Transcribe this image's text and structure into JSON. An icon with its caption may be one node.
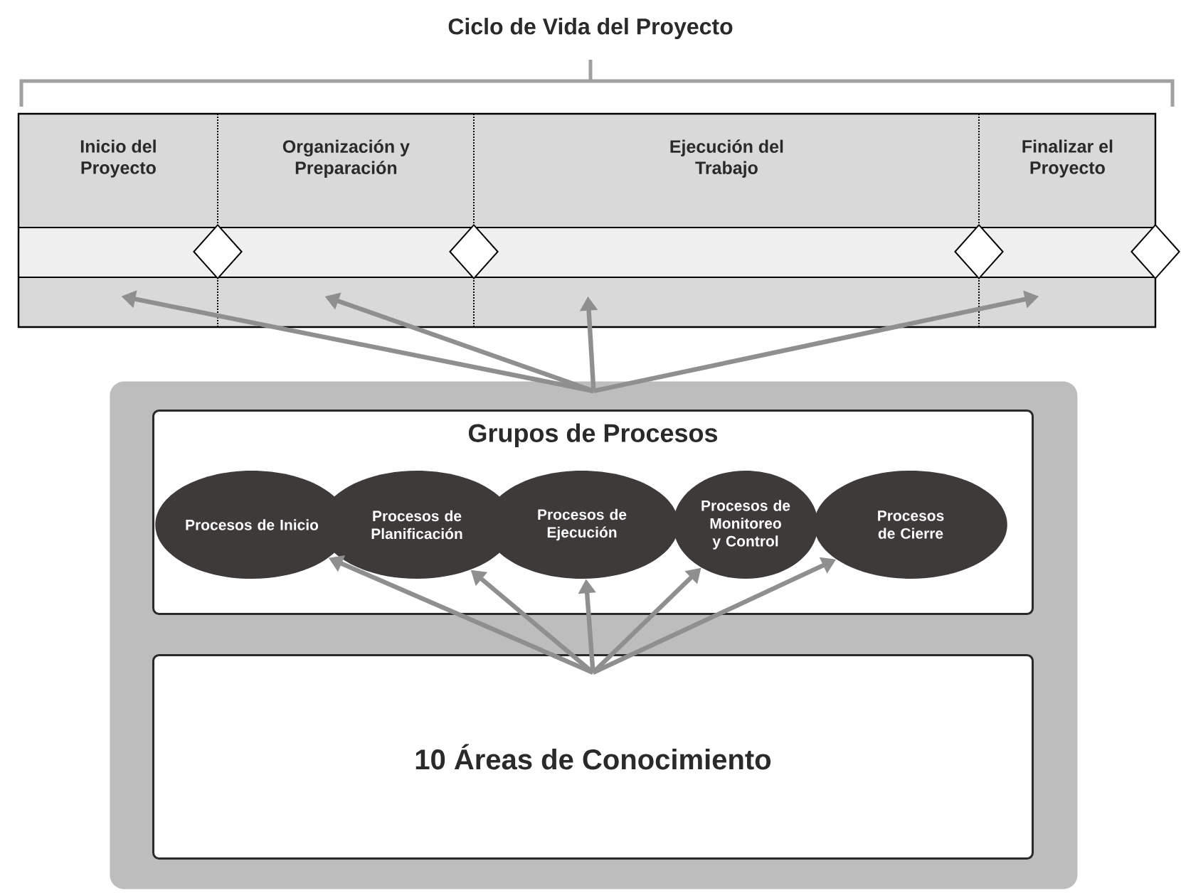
{
  "diagram": {
    "title": "Ciclo de Vida del Proyecto",
    "nodes": [
      {
        "text": [
          "Inicio del Proyecto"
        ]
      },
      {
        "text": [
          "Organización y Preparación"
        ]
      },
      {
        "text": [
          "Ejecución del Trabajo"
        ]
      },
      {
        "text": [
          "Finalizar el Proyecto"
        ]
      },
      {
        "text": [],
        "shape": "diamond"
      },
      {
        "text": [],
        "shape": "diamond"
      },
      {
        "text": [],
        "shape": "diamond"
      },
      {
        "text": [],
        "shape": "diamond"
      },
      {
        "text": [],
        "shape": "box"
      },
      {
        "text": [
          "Grupos de Procesos"
        ],
        "in": 8
      },
      {
        "text": [
          "Procesos de Inicio"
        ],
        "in": 9
      },
      {
        "text": [
          "Procesos de Planificación"
        ],
        "in": 9
      },
      {
        "text": [
          "Procesos de Ejecución"
        ],
        "in": 9
      },
      {
        "text": [
          "Procesos de Monitoreo y Control"
        ],
        "in": 9
      },
      {
        "text": [
          "Procesos de Cierre"
        ],
        "in": 9
      },
      {
        "text": [
          "10 Áreas de Conocimiento"
        ],
        "in": 8
      }
    ],
    "edges": [
      {
        "from": 8,
        "to": 0,
        "arrow": "to"
      },
      {
        "from": 8,
        "to": 1,
        "arrow": "to"
      },
      {
        "from": 8,
        "to": 2,
        "arrow": "to"
      },
      {
        "from": 8,
        "to": 3,
        "arrow": "to"
      },
      {
        "from": 15,
        "to": 10,
        "arrow": "to"
      },
      {
        "from": 15,
        "to": 11,
        "arrow": "to"
      },
      {
        "from": 15,
        "to": 12,
        "arrow": "to"
      },
      {
        "from": 15,
        "to": 13,
        "arrow": "to"
      },
      {
        "from": 15,
        "to": 14,
        "arrow": "to"
      }
    ]
  }
}
